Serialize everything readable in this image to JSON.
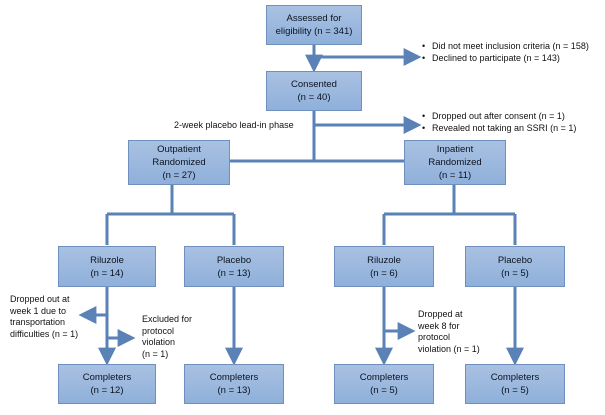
{
  "colors": {
    "box_fill": "#9db8de",
    "box_border": "#6f8fbe",
    "arrow": "#5b82b6"
  },
  "boxes": {
    "assessed": {
      "line1": "Assessed for",
      "line2": "eligibility (n = 341)"
    },
    "consented": {
      "line1": "Consented",
      "line2": "(n = 40)"
    },
    "outpatient": {
      "line1": "Outpatient",
      "line2": "Randomized",
      "line3": "(n = 27)"
    },
    "inpatient": {
      "line1": "Inpatient",
      "line2": "Randomized",
      "line3": "(n = 11)"
    },
    "out_riluzole": {
      "line1": "Riluzole",
      "line2": "(n = 14)"
    },
    "out_placebo": {
      "line1": "Placebo",
      "line2": "(n = 13)"
    },
    "in_riluzole": {
      "line1": "Riluzole",
      "line2": "(n = 6)"
    },
    "in_placebo": {
      "line1": "Placebo",
      "line2": "(n = 5)"
    },
    "comp_out_riluzole": {
      "line1": "Completers",
      "line2": "(n = 12)"
    },
    "comp_out_placebo": {
      "line1": "Completers",
      "line2": "(n = 13)"
    },
    "comp_in_riluzole": {
      "line1": "Completers",
      "line2": "(n = 5)"
    },
    "comp_in_placebo": {
      "line1": "Completers",
      "line2": "(n = 5)"
    }
  },
  "notes": {
    "excluded_screening": [
      "Did not meet inclusion criteria (n = 158)",
      "Declined to participate (n = 143)"
    ],
    "excluded_leadin": [
      "Dropped out after consent (n = 1)",
      "Revealed not taking an SSRI (n = 1)"
    ],
    "leadin_phase": "2-week placebo lead-in phase",
    "out_dropout": [
      "Dropped out at",
      "week 1 due to",
      "transportation",
      "difficulties (n = 1)"
    ],
    "out_excluded": [
      "Excluded for",
      "protocol",
      "violation",
      "(n = 1)"
    ],
    "in_dropout": [
      "Dropped at",
      "week 8 for",
      "protocol",
      "violation (n = 1)"
    ]
  }
}
